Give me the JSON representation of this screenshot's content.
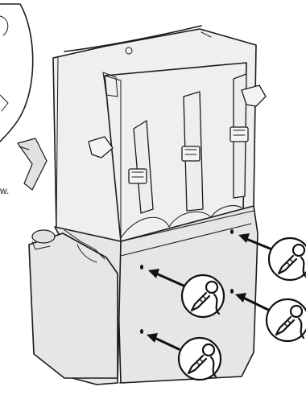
{
  "figure": {
    "subject": "bag-body",
    "fragment_text": "w.",
    "colors": {
      "line": "#1a1a1a",
      "body": "#e6e6e6",
      "panel": "#efefef",
      "background": "#ffffff"
    },
    "callouts": [
      {
        "id": "callout-1",
        "icon": "glue-dropper-icon"
      },
      {
        "id": "callout-2",
        "icon": "glue-dropper-icon"
      },
      {
        "id": "callout-3",
        "icon": "glue-dropper-icon"
      },
      {
        "id": "callout-4",
        "icon": "glue-dropper-icon"
      }
    ]
  }
}
